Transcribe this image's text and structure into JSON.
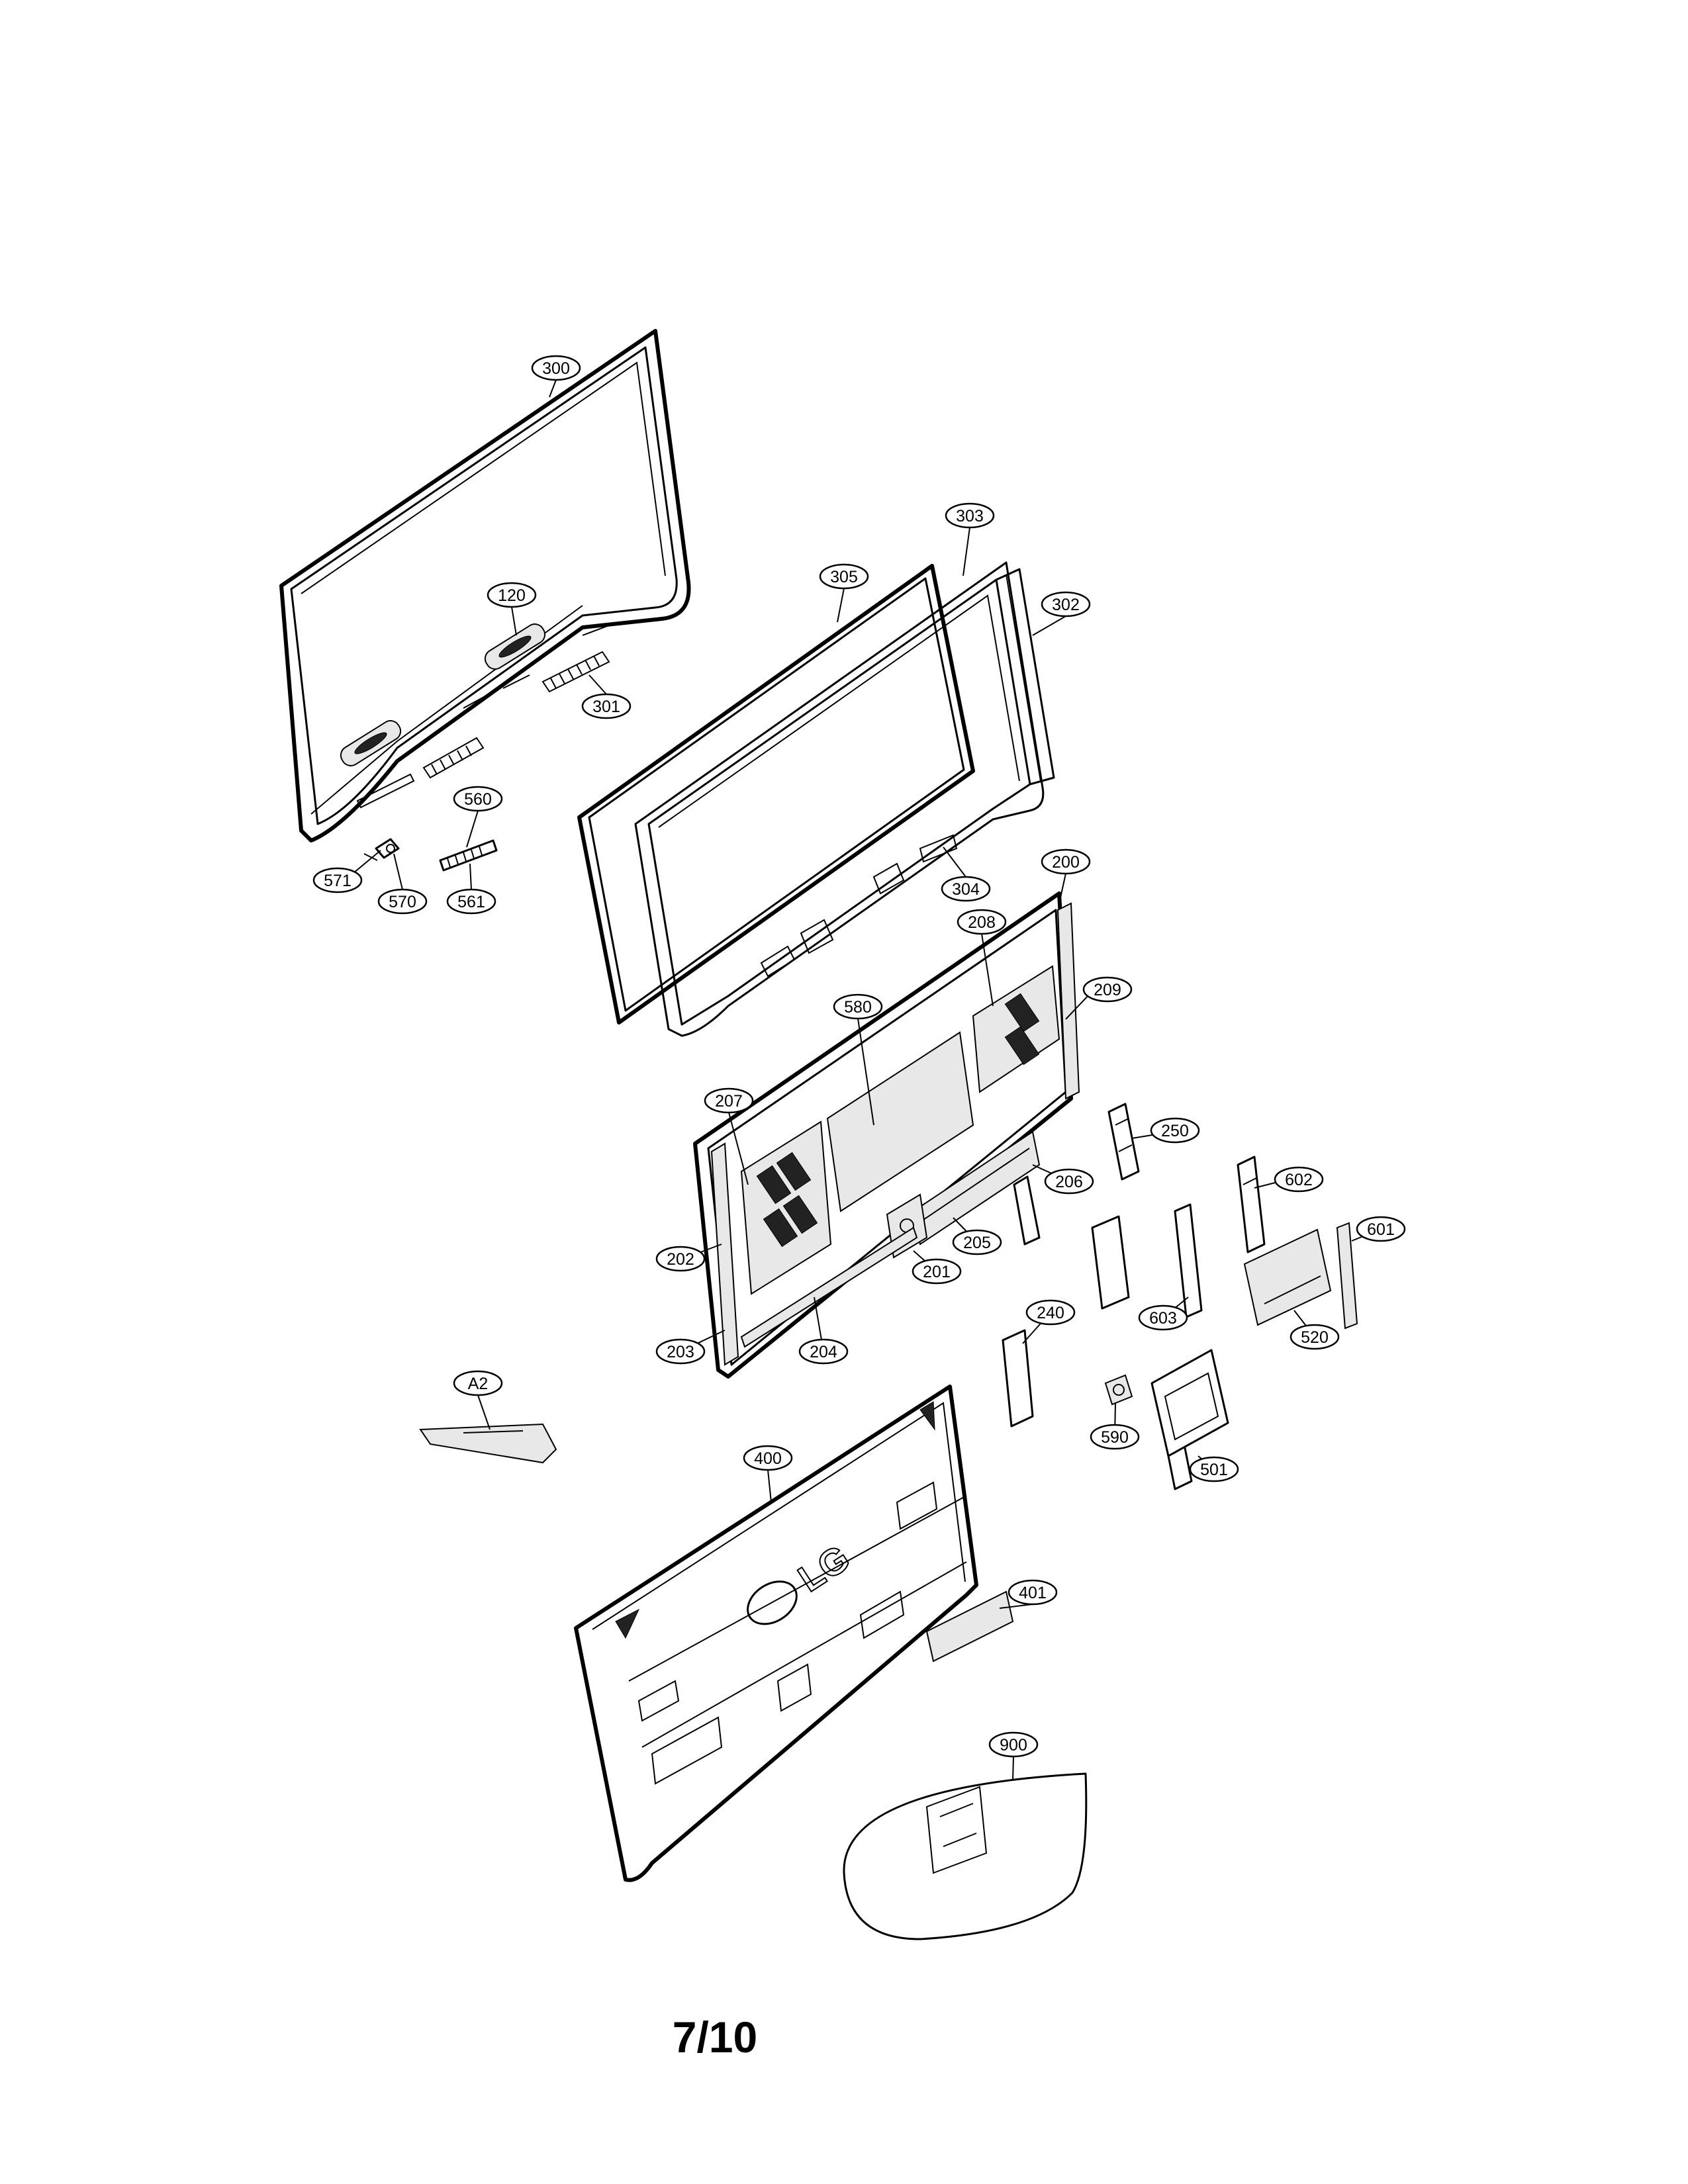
{
  "page": {
    "number": "7/10"
  },
  "logo": {
    "text": "LG"
  },
  "callouts": [
    {
      "id": "c300",
      "label": "300"
    },
    {
      "id": "c120",
      "label": "120"
    },
    {
      "id": "c301",
      "label": "301"
    },
    {
      "id": "c303",
      "label": "303"
    },
    {
      "id": "c305",
      "label": "305"
    },
    {
      "id": "c302",
      "label": "302"
    },
    {
      "id": "c560",
      "label": "560"
    },
    {
      "id": "c571",
      "label": "571"
    },
    {
      "id": "c570",
      "label": "570"
    },
    {
      "id": "c561",
      "label": "561"
    },
    {
      "id": "c304",
      "label": "304"
    },
    {
      "id": "c200",
      "label": "200"
    },
    {
      "id": "c208",
      "label": "208"
    },
    {
      "id": "c209",
      "label": "209"
    },
    {
      "id": "c580",
      "label": "580"
    },
    {
      "id": "c207",
      "label": "207"
    },
    {
      "id": "c250",
      "label": "250"
    },
    {
      "id": "c206",
      "label": "206"
    },
    {
      "id": "c602",
      "label": "602"
    },
    {
      "id": "c601",
      "label": "601"
    },
    {
      "id": "c205",
      "label": "205"
    },
    {
      "id": "c201",
      "label": "201"
    },
    {
      "id": "c202",
      "label": "202"
    },
    {
      "id": "c603",
      "label": "603"
    },
    {
      "id": "c520",
      "label": "520"
    },
    {
      "id": "c240",
      "label": "240"
    },
    {
      "id": "c203",
      "label": "203"
    },
    {
      "id": "c204",
      "label": "204"
    },
    {
      "id": "cA2",
      "label": "A2"
    },
    {
      "id": "c590",
      "label": "590"
    },
    {
      "id": "c501",
      "label": "501"
    },
    {
      "id": "c400",
      "label": "400"
    },
    {
      "id": "c401",
      "label": "401"
    },
    {
      "id": "c900",
      "label": "900"
    }
  ]
}
